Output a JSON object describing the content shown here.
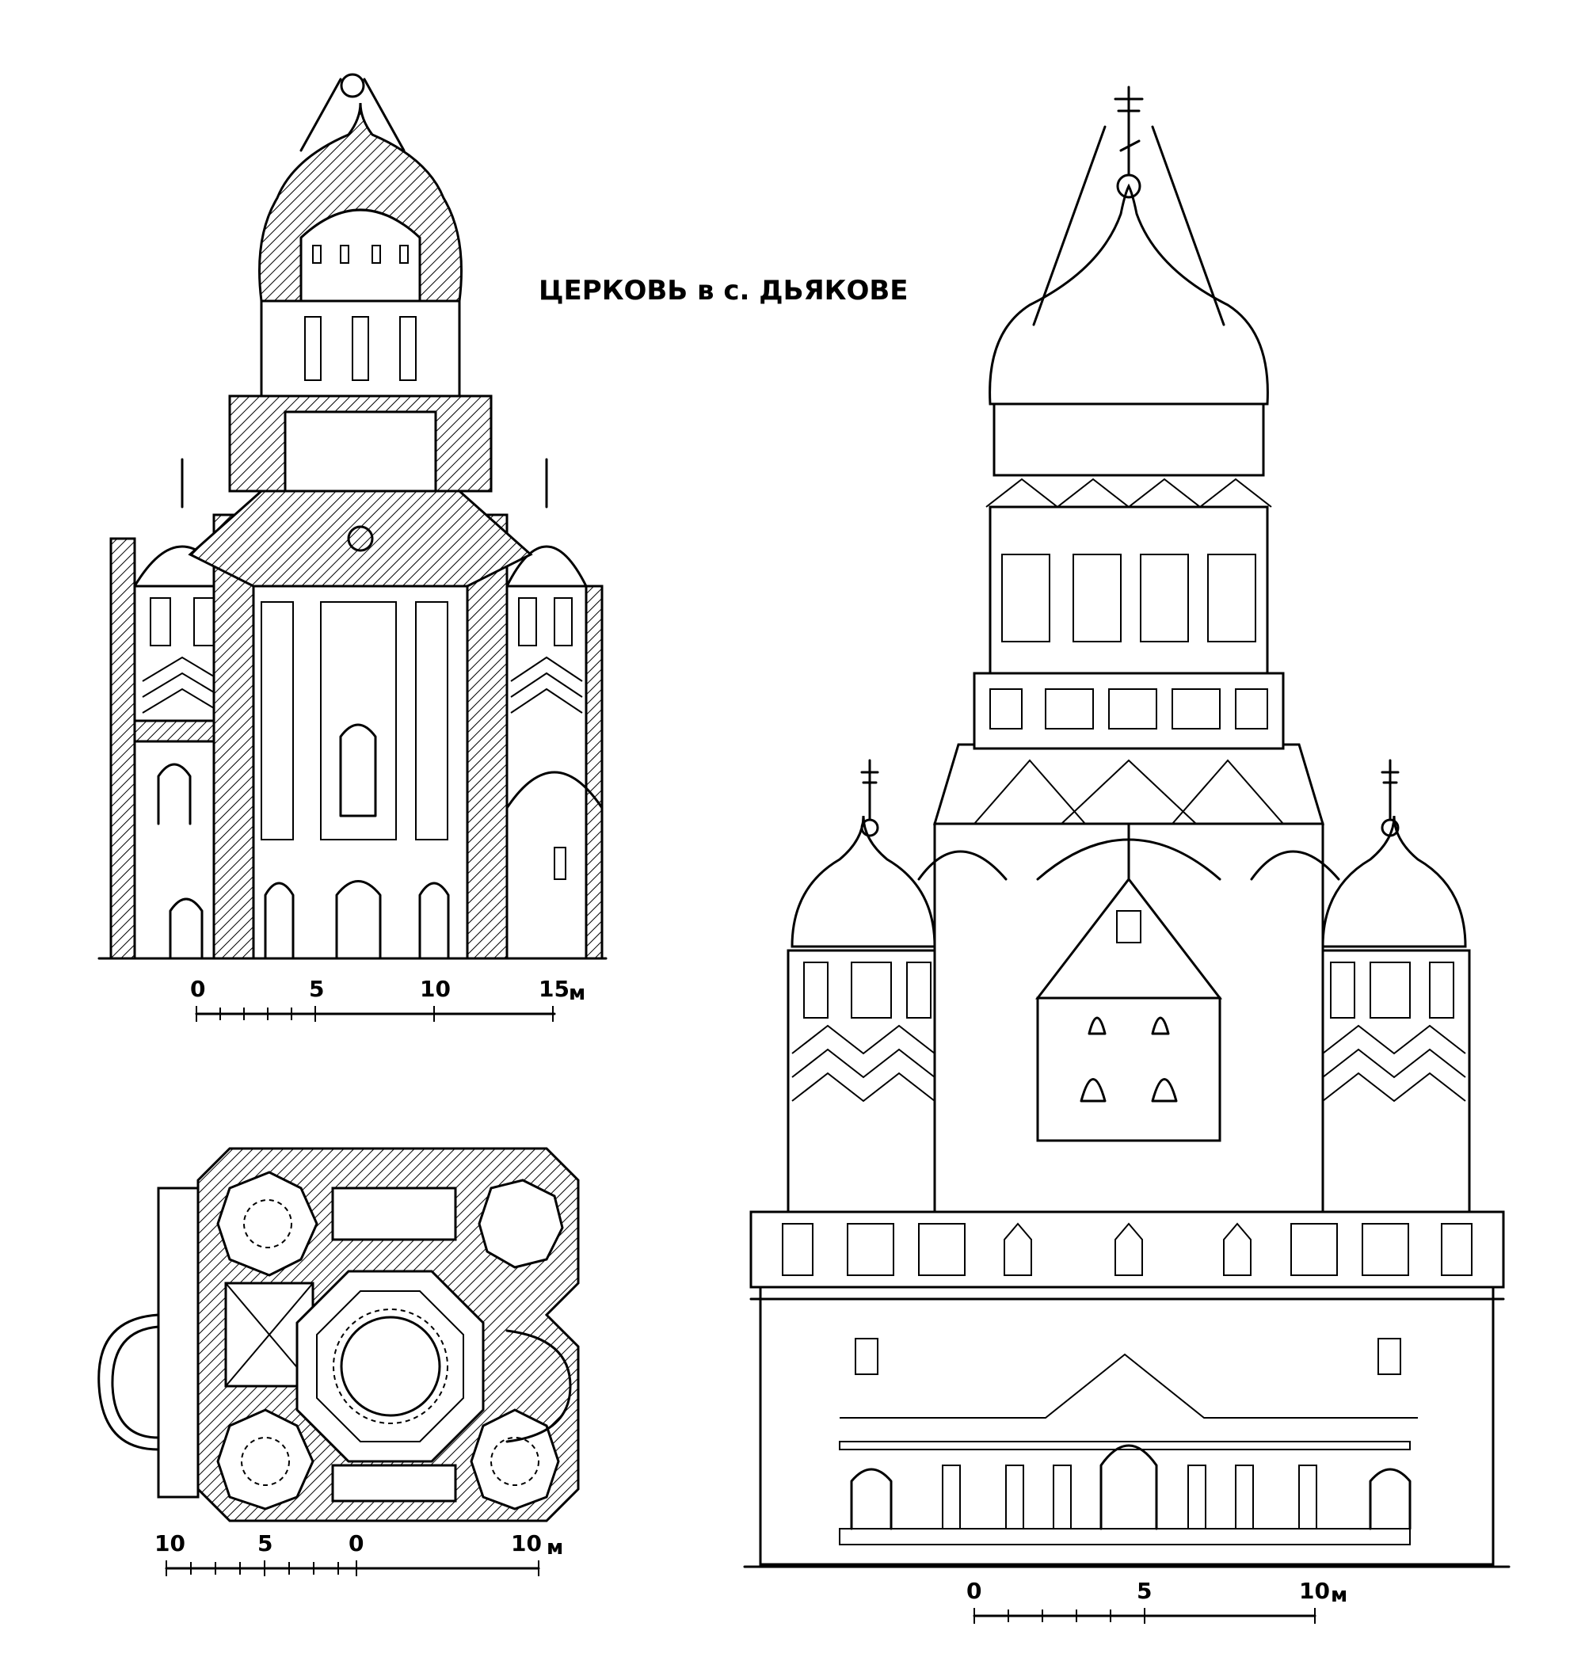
{
  "title": "ЦЕРКОВЬ в с. ДЬЯКОВЕ",
  "drawings": {
    "section": {
      "scale_labels": [
        "0",
        "5",
        "10",
        "15"
      ],
      "unit": "м"
    },
    "plan": {
      "scale_labels": [
        "10",
        "5",
        "0",
        "10"
      ],
      "unit": "м"
    },
    "facade": {
      "scale_labels": [
        "0",
        "5",
        "10"
      ],
      "unit": "м"
    }
  }
}
